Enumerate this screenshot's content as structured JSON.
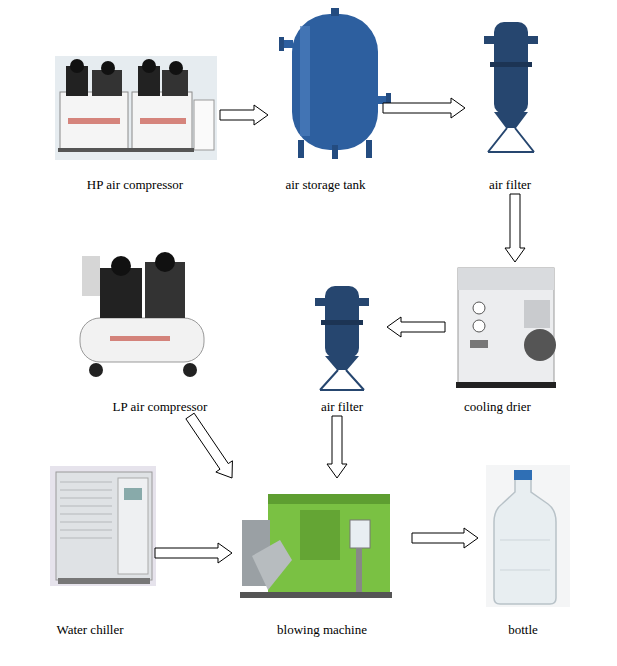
{
  "diagram": {
    "nodes": [
      {
        "text": [
          "HP air compressor"
        ]
      },
      {
        "text": [
          "air storage tank"
        ]
      },
      {
        "text": [
          "air filter"
        ]
      },
      {
        "text": [
          "LP air compressor"
        ]
      },
      {
        "text": [
          "air filter"
        ]
      },
      {
        "text": [
          "cooling drier"
        ]
      },
      {
        "text": [
          "Water chiller"
        ]
      },
      {
        "text": [
          "blowing machine"
        ]
      },
      {
        "text": [
          "bottle"
        ]
      }
    ],
    "edges": [
      {
        "from": 0,
        "to": 1,
        "arrow": "to"
      },
      {
        "from": 1,
        "to": 2,
        "arrow": "to"
      },
      {
        "from": 2,
        "to": 5,
        "arrow": "to"
      },
      {
        "from": 5,
        "to": 4,
        "arrow": "to"
      },
      {
        "from": 4,
        "to": 7,
        "arrow": "to"
      },
      {
        "from": 3,
        "to": 7,
        "arrow": "to"
      },
      {
        "from": 6,
        "to": 7,
        "arrow": "to"
      },
      {
        "from": 7,
        "to": 8,
        "arrow": "to"
      }
    ]
  }
}
